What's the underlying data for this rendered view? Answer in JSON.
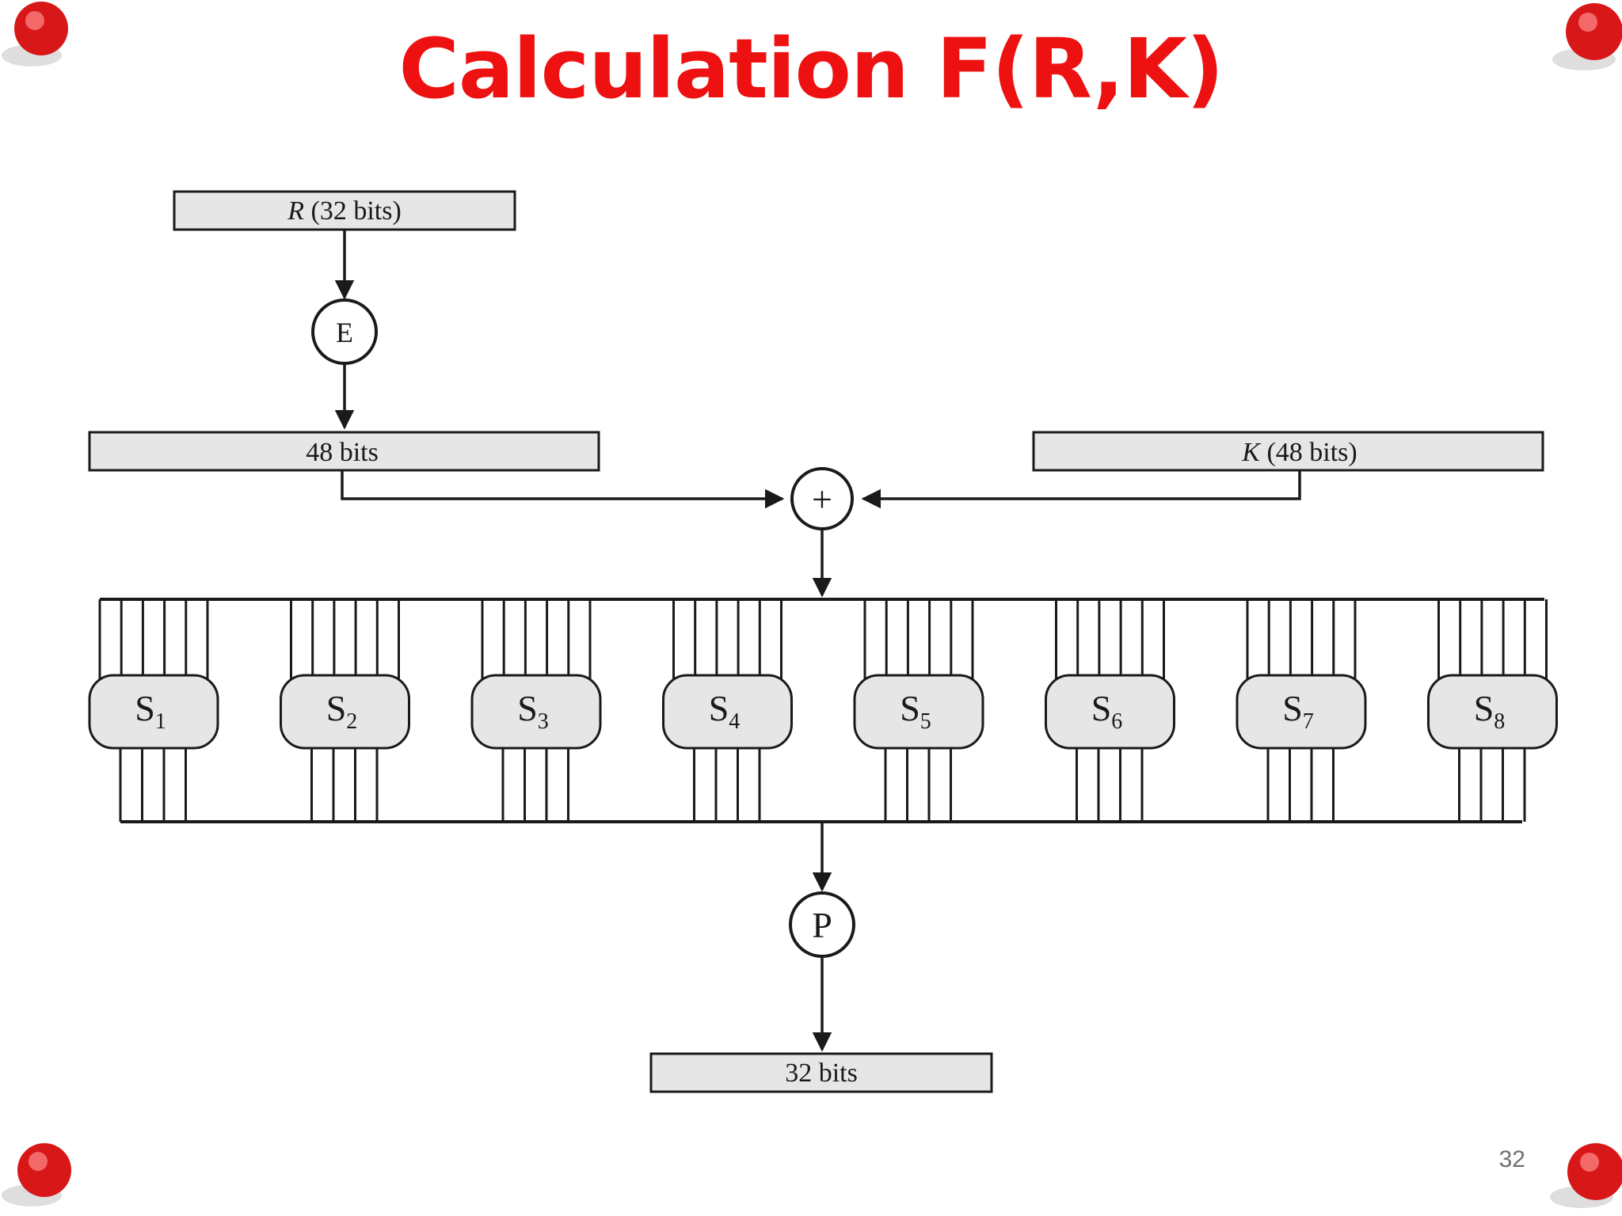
{
  "slide": {
    "title": "Calculation F(R,K)",
    "page_number": "32",
    "title_color": "#ee1111"
  },
  "diagram": {
    "input_r_label_var": "R",
    "input_r_label_rest": " (32 bits)",
    "expansion_label": "E",
    "expanded_label": "48 bits",
    "key_label_var": "K",
    "key_label_rest": " (48 bits)",
    "xor_label": "+",
    "sboxes": [
      "S1",
      "S2",
      "S3",
      "S4",
      "S5",
      "S6",
      "S7",
      "S8"
    ],
    "sbox_subscripts": [
      "1",
      "2",
      "3",
      "4",
      "5",
      "6",
      "7",
      "8"
    ],
    "permutation_label": "P",
    "output_label": "32 bits",
    "box_fill": "#e6e6e6",
    "line_color": "#1a1a1a"
  },
  "decor": {
    "pin_icons": [
      "pushpin-icon",
      "pushpin-icon",
      "pushpin-icon",
      "pushpin-icon"
    ],
    "pin_color": "#d81818"
  }
}
